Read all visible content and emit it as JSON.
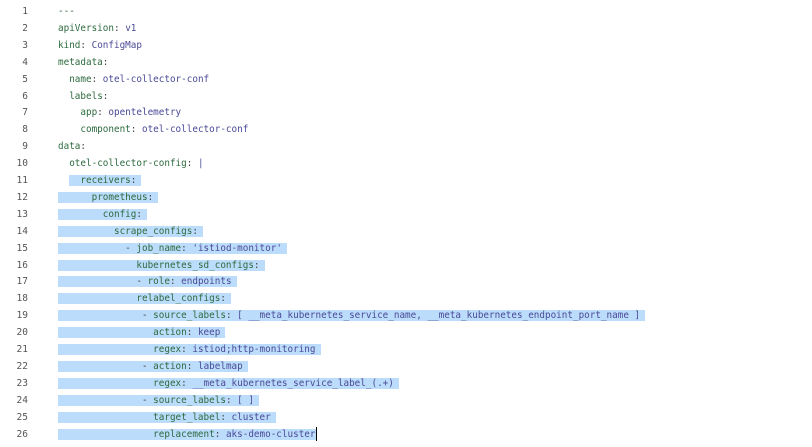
{
  "editor": {
    "selection_color": "#bcdcfb",
    "lines": [
      {
        "n": "1",
        "indent": 0,
        "key": "---",
        "sep": "",
        "value": "",
        "selected": false
      },
      {
        "n": "2",
        "indent": 0,
        "key": "apiVersion",
        "sep": ": ",
        "value": "v1",
        "selected": false
      },
      {
        "n": "3",
        "indent": 0,
        "key": "kind",
        "sep": ": ",
        "value": "ConfigMap",
        "selected": false
      },
      {
        "n": "4",
        "indent": 0,
        "key": "metadata",
        "sep": ":",
        "value": "",
        "selected": false
      },
      {
        "n": "5",
        "indent": 2,
        "key": "name",
        "sep": ": ",
        "value": "otel-collector-conf",
        "selected": false
      },
      {
        "n": "6",
        "indent": 2,
        "key": "labels",
        "sep": ":",
        "value": "",
        "selected": false
      },
      {
        "n": "7",
        "indent": 4,
        "key": "app",
        "sep": ": ",
        "value": "opentelemetry",
        "selected": false
      },
      {
        "n": "8",
        "indent": 4,
        "key": "component",
        "sep": ": ",
        "value": "otel-collector-conf",
        "selected": false
      },
      {
        "n": "9",
        "indent": 0,
        "key": "data",
        "sep": ":",
        "value": "",
        "selected": false
      },
      {
        "n": "10",
        "indent": 2,
        "key": "otel-collector-config",
        "sep": ": ",
        "value": "|",
        "selected": false
      },
      {
        "n": "11",
        "indent": 4,
        "key": "receivers",
        "sep": ":",
        "value": "",
        "selected": true,
        "partial": true
      },
      {
        "n": "12",
        "indent": 6,
        "key": "prometheus",
        "sep": ":",
        "value": "",
        "selected": true
      },
      {
        "n": "13",
        "indent": 8,
        "key": "config",
        "sep": ":",
        "value": "",
        "selected": true
      },
      {
        "n": "14",
        "indent": 10,
        "key": "scrape_configs",
        "sep": ":",
        "value": "",
        "selected": true
      },
      {
        "n": "15",
        "indent": 12,
        "dash": true,
        "key": "job_name",
        "sep": ": ",
        "value": "'istiod-monitor'",
        "selected": true
      },
      {
        "n": "16",
        "indent": 14,
        "key": "kubernetes_sd_configs",
        "sep": ":",
        "value": "",
        "selected": true
      },
      {
        "n": "17",
        "indent": 14,
        "dash": true,
        "key": "role",
        "sep": ": ",
        "value": "endpoints",
        "selected": true
      },
      {
        "n": "18",
        "indent": 14,
        "key": "relabel_configs",
        "sep": ":",
        "value": "",
        "selected": true
      },
      {
        "n": "19",
        "indent": 15,
        "dash": true,
        "key": "source_labels",
        "sep": ": ",
        "value": "[ __meta_kubernetes_service_name, __meta_kubernetes_endpoint_port_name ]",
        "selected": true
      },
      {
        "n": "20",
        "indent": 17,
        "key": "action",
        "sep": ": ",
        "value": "keep",
        "selected": true
      },
      {
        "n": "21",
        "indent": 17,
        "key": "regex",
        "sep": ": ",
        "value": "istiod;http-monitoring",
        "selected": true
      },
      {
        "n": "22",
        "indent": 15,
        "dash": true,
        "key": "action",
        "sep": ": ",
        "value": "labelmap",
        "selected": true
      },
      {
        "n": "23",
        "indent": 17,
        "key": "regex",
        "sep": ": ",
        "value": "__meta_kubernetes_service_label_(.+)",
        "selected": true
      },
      {
        "n": "24",
        "indent": 15,
        "dash": true,
        "key": "source_labels",
        "sep": ": ",
        "value": "[ ]",
        "selected": true
      },
      {
        "n": "25",
        "indent": 17,
        "key": "target_label",
        "sep": ": ",
        "value": "cluster",
        "selected": true
      },
      {
        "n": "26",
        "indent": 17,
        "key": "replacement",
        "sep": ": ",
        "value": "aks-demo-cluster",
        "selected": true,
        "cursor": true
      }
    ]
  }
}
